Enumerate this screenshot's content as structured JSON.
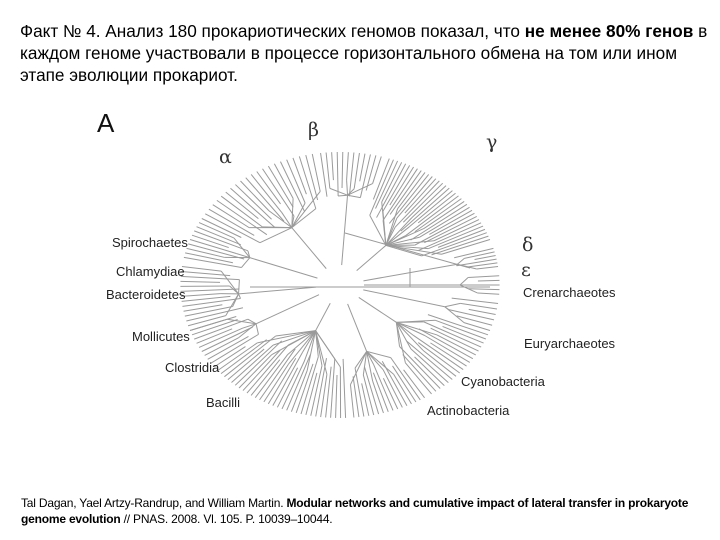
{
  "title": {
    "part1": "Факт № 4. Анализ 180 прокариотических геномов показал, что ",
    "bold1": "не менее 80% генов",
    "part2": " в каждом геноме участвовали в процессе горизонтального обмена на том или ином этапе эволюции прокариот."
  },
  "figure": {
    "panel_label": "A",
    "greek": {
      "alpha": "α",
      "beta": "β",
      "gamma": "γ",
      "delta": "δ",
      "epsilon": "ε"
    },
    "groups": {
      "spirochaetes": "Spirochaetes",
      "chlamydiae": "Chlamydiae",
      "bacteroidetes": "Bacteroidetes",
      "mollicutes": "Mollicutes",
      "clostridia": "Clostridia",
      "bacilli": "Bacilli",
      "crenarchaeotes": "Crenarchaeotes",
      "euryarchaeotes": "Euryarchaeotes",
      "cyanobacteria": "Cyanobacteria",
      "actinobacteria": "Actinobacteria"
    },
    "line_color": "#9a9a9a"
  },
  "citation": {
    "authors": "Tal Dagan, Yael Artzy-Randrup, and William Martin. ",
    "title": "Modular networks and cumulative impact of lateral transfer in prokaryote genome evolution",
    "source": " // PNAS. 2008. Vl. 105. P. 10039–10044."
  }
}
